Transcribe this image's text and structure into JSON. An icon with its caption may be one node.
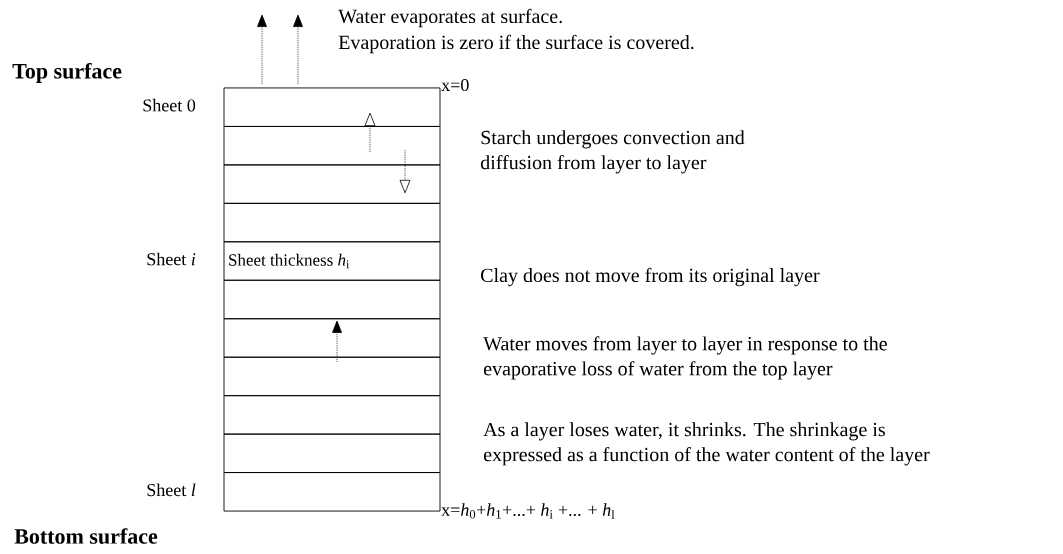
{
  "diagram": {
    "nodes": [
      {
        "text": [],
        "shape": "box",
        "beside": [
          "Sheet 0"
        ]
      },
      {
        "text": [],
        "shape": "box"
      },
      {
        "text": [],
        "shape": "box"
      },
      {
        "text": [],
        "shape": "box"
      },
      {
        "text": [
          "Sheet thickness *h*$_{i}$"
        ],
        "beside": [
          "Sheet *i*"
        ]
      },
      {
        "text": [],
        "shape": "box"
      },
      {
        "text": [],
        "shape": "box"
      },
      {
        "text": [],
        "shape": "box"
      },
      {
        "text": [],
        "shape": "box"
      },
      {
        "text": [],
        "shape": "box"
      },
      {
        "text": [],
        "shape": "box",
        "beside": [
          "Sheet *l*"
        ]
      }
    ],
    "edges": [
      {
        "from": 0,
        "to": null,
        "arrow": "to"
      },
      {
        "from": 0,
        "to": null,
        "arrow": "to"
      },
      {
        "from": 1,
        "to": 0,
        "arrow": "to"
      },
      {
        "from": 1,
        "to": 2,
        "arrow": "to"
      },
      {
        "from": 7,
        "to": 6,
        "arrow": "to"
      }
    ],
    "labels": [
      "Water evaporates at surface.",
      "Evaporation is zero if the surface is covered.",
      "Top surface",
      "x=0",
      "Starch undergoes convection and diffusion from layer to layer",
      "Clay does not move from its original layer",
      "Water moves from layer to layer in response to the evaporative loss of water from the top layer",
      "As a layer loses water, it shrinks.  The shrinkage is expressed as a function of the water content of the layer",
      "x=*h*$_{0}$+*h*$_{1}$+...+ *h*$_{i}$ +... + *h*$_{l}$",
      "Bottom surface"
    ]
  }
}
